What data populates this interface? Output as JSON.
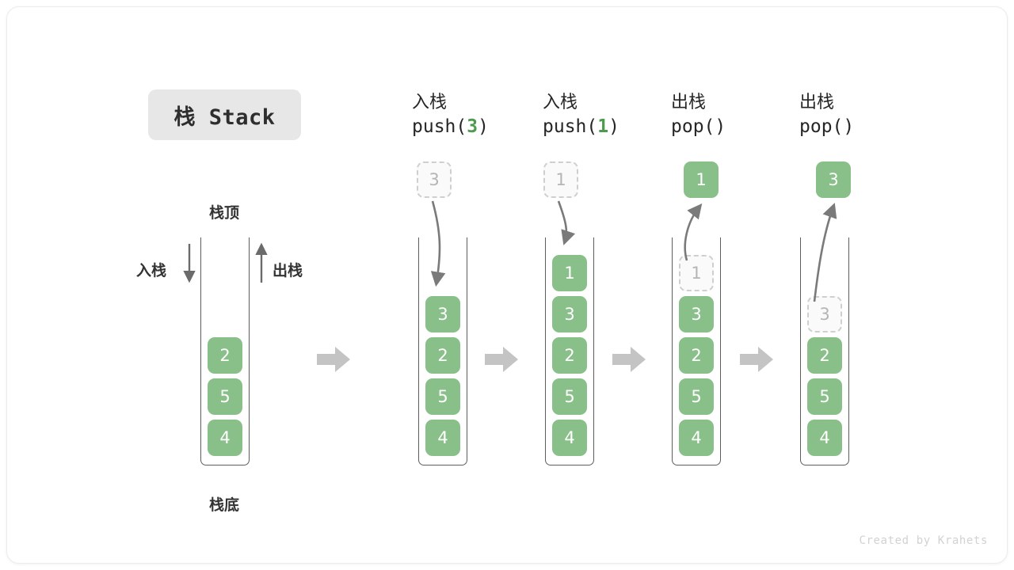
{
  "title": {
    "chip_label": "栈 Stack"
  },
  "footer": {
    "credit": "Created by Krahets"
  },
  "colors": {
    "accent_green": "#89bf89",
    "code_arg_green": "#4e9a4e",
    "chip_bg": "#e7e7e7",
    "ghost_border": "#cfcfcf",
    "ghost_text": "#b5b5b5",
    "container_stroke": "#5d5d5d",
    "connector_gray": "#c4c4c4",
    "arrow_gray": "#6b6b6b",
    "footer_gray": "#d2d2d2"
  },
  "base_stack": {
    "top_label": "栈顶",
    "bottom_label": "栈底",
    "push_label": "入栈",
    "pop_label": "出栈",
    "push_icon": "arrow-down-icon",
    "pop_icon": "arrow-up-icon",
    "cells": [
      "2",
      "5",
      "4"
    ]
  },
  "connectors": [
    {
      "icon": "chevron-right-icon"
    },
    {
      "icon": "chevron-right-icon"
    },
    {
      "icon": "chevron-right-icon"
    },
    {
      "icon": "chevron-right-icon"
    }
  ],
  "steps": [
    {
      "op": "push",
      "header_cjk": "入栈",
      "header_code_prefix": "push(",
      "header_code_arg": "3",
      "header_code_suffix": ")",
      "floating": {
        "value": "3",
        "style": "ghost"
      },
      "arrow": "curve-down-into-stack",
      "cells": [
        {
          "value": "3",
          "style": "solid"
        },
        {
          "value": "2",
          "style": "solid"
        },
        {
          "value": "5",
          "style": "solid"
        },
        {
          "value": "4",
          "style": "solid"
        }
      ]
    },
    {
      "op": "push",
      "header_cjk": "入栈",
      "header_code_prefix": "push(",
      "header_code_arg": "1",
      "header_code_suffix": ")",
      "floating": {
        "value": "1",
        "style": "ghost"
      },
      "arrow": "curve-down-into-stack",
      "cells": [
        {
          "value": "1",
          "style": "solid"
        },
        {
          "value": "3",
          "style": "solid"
        },
        {
          "value": "2",
          "style": "solid"
        },
        {
          "value": "5",
          "style": "solid"
        },
        {
          "value": "4",
          "style": "solid"
        }
      ]
    },
    {
      "op": "pop",
      "header_cjk": "出栈",
      "header_code_prefix": "pop(",
      "header_code_arg": "",
      "header_code_suffix": ")",
      "floating": {
        "value": "1",
        "style": "solid"
      },
      "arrow": "curve-up-out-of-stack",
      "cells": [
        {
          "value": "1",
          "style": "ghost"
        },
        {
          "value": "3",
          "style": "solid"
        },
        {
          "value": "2",
          "style": "solid"
        },
        {
          "value": "5",
          "style": "solid"
        },
        {
          "value": "4",
          "style": "solid"
        }
      ]
    },
    {
      "op": "pop",
      "header_cjk": "出栈",
      "header_code_prefix": "pop(",
      "header_code_arg": "",
      "header_code_suffix": ")",
      "floating": {
        "value": "3",
        "style": "solid"
      },
      "arrow": "curve-up-out-of-stack",
      "cells": [
        {
          "value": "3",
          "style": "ghost"
        },
        {
          "value": "2",
          "style": "solid"
        },
        {
          "value": "5",
          "style": "solid"
        },
        {
          "value": "4",
          "style": "solid"
        }
      ]
    }
  ]
}
